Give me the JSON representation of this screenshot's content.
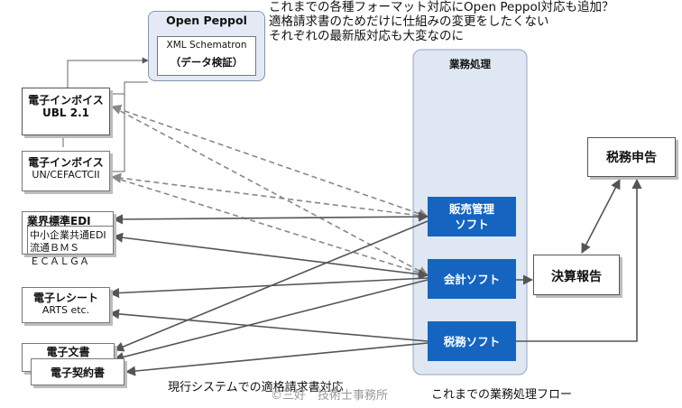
{
  "notes": [
    "これまでの各種フォーマット対応にOpen Peppol対応も追加？",
    "適格請求書のためだけに仕組みの変更をしたくない",
    "それぞれの最新版対応も大変なのに"
  ],
  "peppol": {
    "title": "Open Peppol",
    "line1": "XML Schematron",
    "line2": "（データ検証）"
  },
  "left": {
    "ubl": {
      "line1": "電子インボイス",
      "line2": "UBL 2.1"
    },
    "cefact": {
      "line1": "電子インボイス",
      "line2": "UN/CEFACTCII"
    },
    "edi": {
      "title": "業界標準EDI",
      "line1": "中小企業共通EDI",
      "line2": "流通ＢＭＳ",
      "line3": "ＥＣＡＬＧＡ"
    },
    "receipt": {
      "line1": "電子レシート",
      "line2": "ARTS etc."
    },
    "docs": {
      "title": "電子文書",
      "contract": "電子契約書"
    }
  },
  "business": {
    "title": "業務処理",
    "sales": {
      "line1": "販売管理",
      "line2": "ソフト"
    },
    "accounting": "会計ソフト",
    "tax": "税務ソフト"
  },
  "report": "決算報告",
  "tax_filing": "税務申告",
  "footer": {
    "left": "現行システムでの適格請求書対応",
    "watermark": "©三好　技術士事務所",
    "right": "これまでの業務処理フロー"
  },
  "colors": {
    "accent": "#1565c0",
    "panel": "#dfe7f3",
    "line": "#555555"
  }
}
